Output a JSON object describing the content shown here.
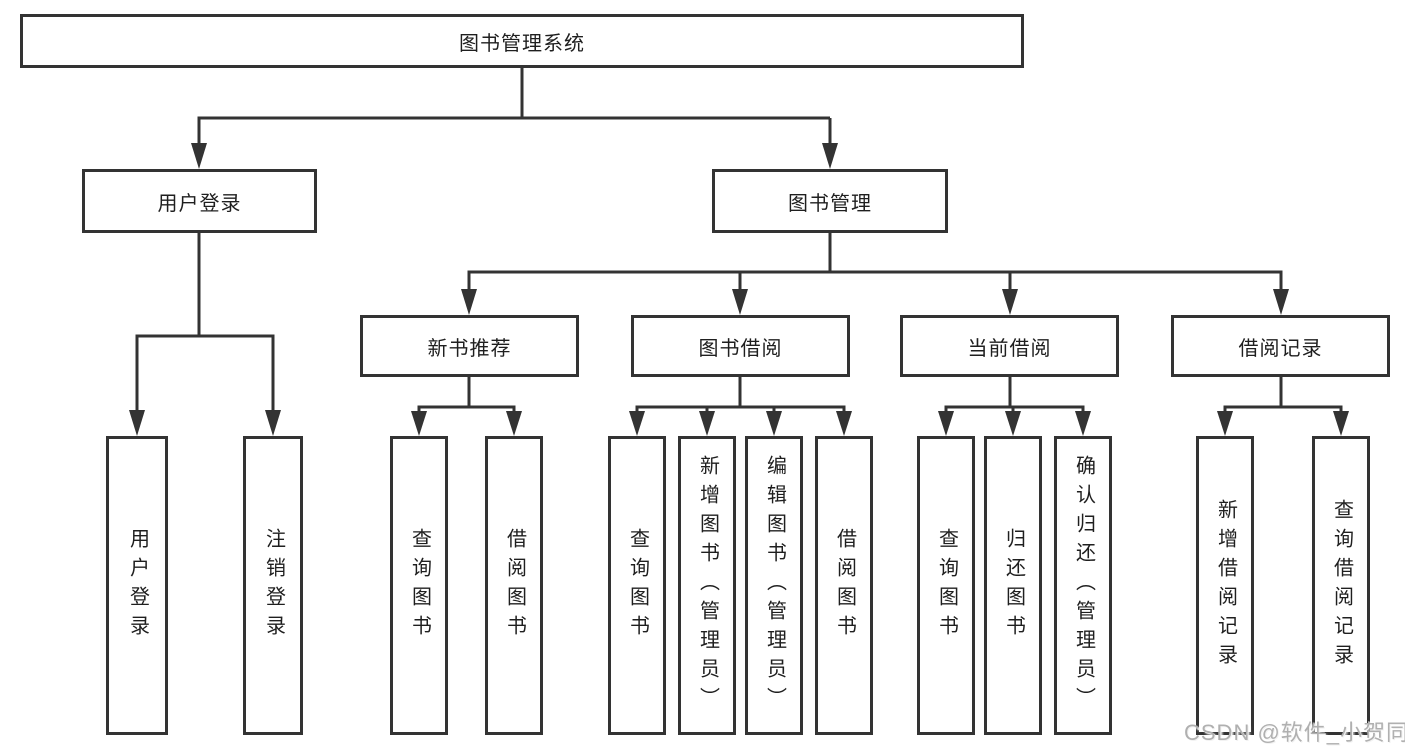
{
  "root": {
    "label": "图书管理系统"
  },
  "user_login": {
    "label": "用户登录",
    "leaves": {
      "login": {
        "label": "用户登录"
      },
      "logout": {
        "label": "注销登录"
      }
    }
  },
  "book_management": {
    "label": "图书管理",
    "groups": {
      "new_book_recommend": {
        "label": "新书推荐",
        "leaves": {
          "query_books": {
            "label": "查询图书"
          },
          "borrow_books": {
            "label": "借阅图书"
          }
        }
      },
      "book_borrow": {
        "label": "图书借阅",
        "leaves": {
          "query_books": {
            "label": "查询图书"
          },
          "add_books_admin": {
            "label": "新增图书（管理员）"
          },
          "edit_books_admin": {
            "label": "编辑图书（管理员）"
          },
          "borrow_books": {
            "label": "借阅图书"
          }
        }
      },
      "current_borrow": {
        "label": "当前借阅",
        "leaves": {
          "query_books": {
            "label": "查询图书"
          },
          "return_books": {
            "label": "归还图书"
          },
          "confirm_return_admin": {
            "label": "确认归还（管理员）"
          }
        }
      },
      "borrow_records": {
        "label": "借阅记录",
        "leaves": {
          "add_borrow_record": {
            "label": "新增借阅记录"
          },
          "query_borrow_record": {
            "label": "查询借阅记录"
          }
        }
      }
    }
  },
  "watermark": {
    "text": "CSDN @软件_小贺同学"
  },
  "colors": {
    "line": "#333333",
    "border": "#333333",
    "text": "#1f1f1f",
    "watermark": "#b0b0b0",
    "background": "#ffffff"
  }
}
